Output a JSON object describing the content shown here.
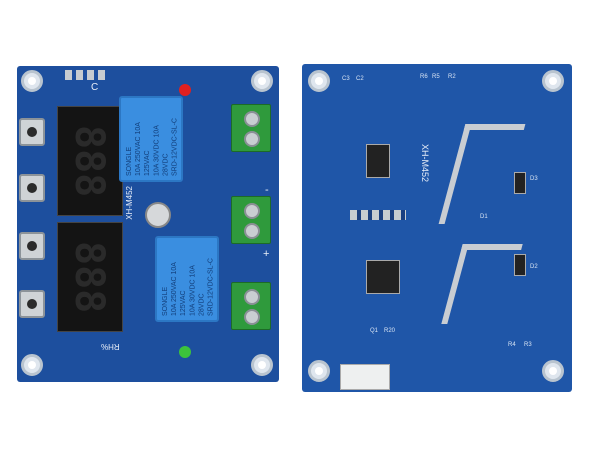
{
  "front": {
    "model": "XH-M452",
    "relay_model": "SRD-12VDC-SL-C",
    "relay_brand": "SONGLE",
    "relay_rating_1": "10A 250VAC 10A 125VAC",
    "relay_rating_2": "10A 30VDC 10A 28VDC",
    "label_c": "C",
    "label_rh": "RH%",
    "label_plus": "+",
    "label_minus": "-",
    "led_top_color": "#e02020",
    "led_bottom_color": "#3cc23c"
  },
  "back": {
    "model": "XH-M452",
    "labels": [
      "C3",
      "C2",
      "R6",
      "R5",
      "R2",
      "D1",
      "D2",
      "D3",
      "R4",
      "R3",
      "R20",
      "Q1"
    ]
  }
}
